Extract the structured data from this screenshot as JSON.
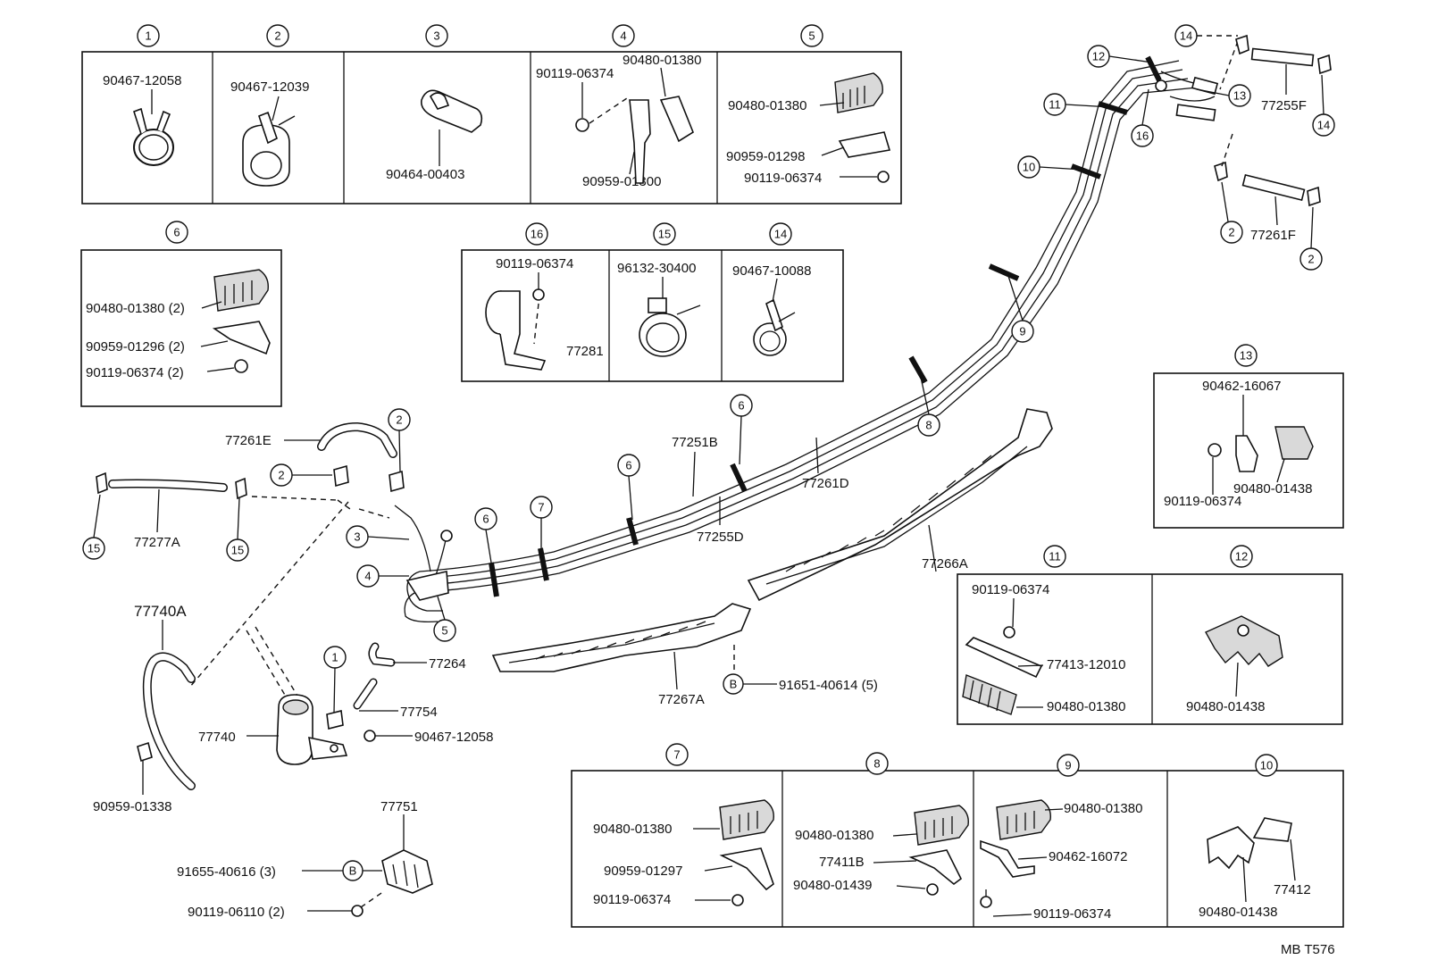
{
  "diagram": {
    "footer_code": "MB  T576",
    "panels": [
      {
        "callout": "1",
        "parts": [
          "90467-12058"
        ]
      },
      {
        "callout": "2",
        "parts": [
          "90467-12039"
        ]
      },
      {
        "callout": "3",
        "parts": [
          "90464-00403"
        ]
      },
      {
        "callout": "4",
        "parts": [
          "90480-01380",
          "90119-06374",
          "90959-01300"
        ]
      },
      {
        "callout": "5",
        "parts": [
          "90480-01380",
          "90959-01298",
          "90119-06374"
        ]
      },
      {
        "callout": "6",
        "parts": [
          "90480-01380 (2)",
          "90959-01296 (2)",
          "90119-06374 (2)"
        ]
      },
      {
        "callout": "16",
        "parts": [
          "90119-06374",
          "77281"
        ]
      },
      {
        "callout": "15",
        "parts": [
          "96132-30400"
        ]
      },
      {
        "callout": "14",
        "parts": [
          "90467-10088"
        ]
      },
      {
        "callout": "13",
        "parts": [
          "90462-16067",
          "90119-06374",
          "90480-01438"
        ]
      },
      {
        "callout": "11",
        "parts": [
          "90119-06374",
          "77413-12010",
          "90480-01380"
        ]
      },
      {
        "callout": "12",
        "parts": [
          "90480-01438"
        ]
      },
      {
        "callout": "7",
        "parts": [
          "90480-01380",
          "90959-01297",
          "90119-06374"
        ]
      },
      {
        "callout": "8",
        "parts": [
          "90480-01380",
          "77411B",
          "90480-01439"
        ]
      },
      {
        "callout": "9",
        "parts": [
          "90480-01380",
          "90462-16072",
          "90119-06374"
        ]
      },
      {
        "callout": "10",
        "parts": [
          "77412",
          "90480-01438"
        ]
      }
    ],
    "loose_parts": {
      "p77255F": "77255F",
      "p77261F": "77261F",
      "p77261E": "77261E",
      "p77277A": "77277A",
      "p77740A": "77740A",
      "p77264": "77264",
      "p77754": "77754",
      "p90467_12058": "90467-12058",
      "p77740": "77740",
      "p90959_01338": "90959-01338",
      "p77751": "77751",
      "p91655": "91655-40616 (3)",
      "p90119_06110": "90119-06110 (2)",
      "p77251B": "77251B",
      "p77255D": "77255D",
      "p77261D": "77261D",
      "p77266A": "77266A",
      "p77267A": "77267A",
      "p91651": "91651-40614 (5)",
      "letterB": "B"
    }
  }
}
